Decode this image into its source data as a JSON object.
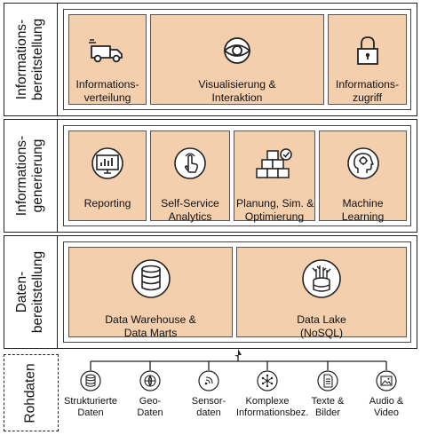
{
  "layers": {
    "info_provision": {
      "label": "Informations-\nbereitstellung",
      "boxes": [
        {
          "label": "Informations-\nverteilung",
          "icon": "truck-icon"
        },
        {
          "label": "Visualisierung &\nInteraktion",
          "icon": "eye-icon"
        },
        {
          "label": "Informations-\nzugriff",
          "icon": "lock-icon"
        }
      ]
    },
    "info_generation": {
      "label": "Informations-\ngenerierung",
      "boxes": [
        {
          "label": "Reporting",
          "icon": "monitor-chart-icon"
        },
        {
          "label": "Self-Service\nAnalytics",
          "icon": "touch-hand-icon"
        },
        {
          "label": "Planung, Sim. &\nOptimierung",
          "icon": "boxes-check-icon"
        },
        {
          "label": "Machine\nLearning",
          "icon": "head-gear-icon"
        }
      ]
    },
    "data_provision": {
      "label": "Daten-\nbereitstellung",
      "boxes": [
        {
          "label": "Data Warehouse &\nData Marts",
          "icon": "database-icon"
        },
        {
          "label": "Data Lake\n(NoSQL)",
          "icon": "data-lake-icon"
        }
      ]
    }
  },
  "raw_data": {
    "label": "Rohdaten",
    "sources": [
      {
        "label": "Strukturierte\nDaten",
        "icon": "database-circle-icon"
      },
      {
        "label": "Geo-\nDaten",
        "icon": "globe-icon"
      },
      {
        "label": "Sensor-\ndaten",
        "icon": "signal-icon"
      },
      {
        "label": "Komplexe\nInformationsbez.",
        "icon": "network-icon"
      },
      {
        "label": "Texte &\nBilder",
        "icon": "document-icon"
      },
      {
        "label": "Audio &\nVideo",
        "icon": "image-icon"
      }
    ]
  },
  "colors": {
    "box_fill": "#f3cfae",
    "border": "#222222"
  }
}
